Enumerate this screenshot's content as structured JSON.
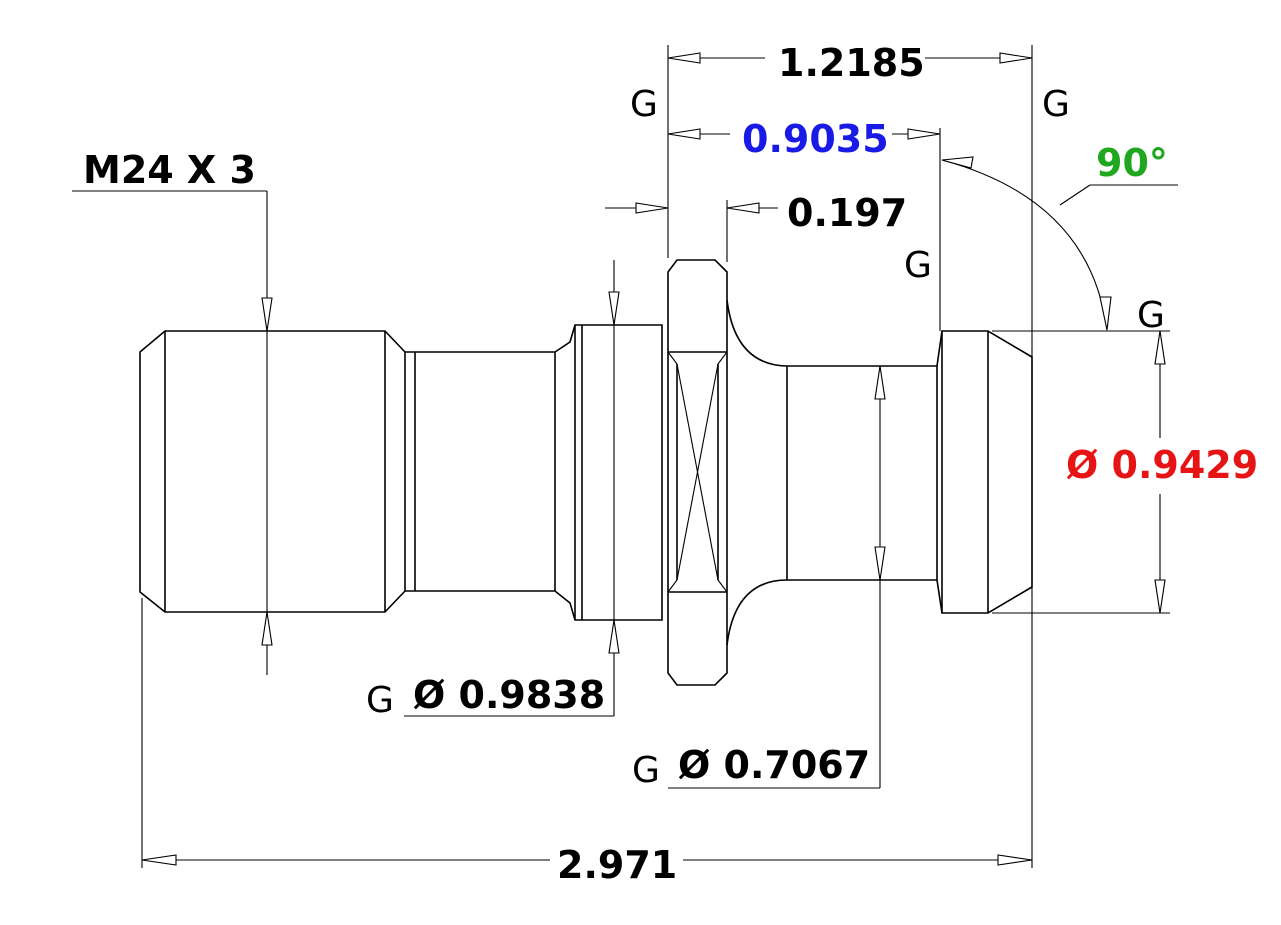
{
  "colors": {
    "line": "#000000",
    "blue": "#1a1ae6",
    "red": "#e61414",
    "green": "#1fa81f",
    "background": "#ffffff"
  },
  "dimensions": {
    "thread": "M24 X 3",
    "overall_length": "2.971",
    "flange_to_end": "1.2185",
    "flange_to_groove": "0.9035",
    "flange_thickness": "0.197",
    "collar_diameter": "Ø 0.9838",
    "neck_diameter": "Ø 0.7067",
    "head_diameter": "Ø 0.9429",
    "head_angle": "90°"
  },
  "g_labels": {
    "g1": "G",
    "g2": "G",
    "g3": "G",
    "g4": "G",
    "g5": "G",
    "g6": "G"
  }
}
